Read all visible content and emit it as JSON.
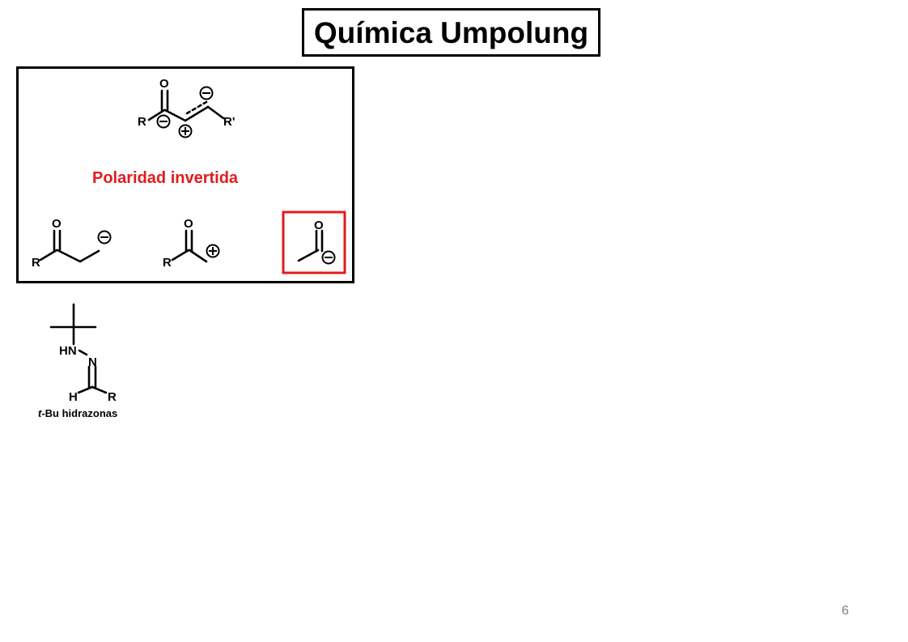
{
  "slide": {
    "title": "Química Umpolung",
    "page_number": "6"
  },
  "panel": {
    "caption": "Polaridad invertida",
    "caption_color": "#e31b1b",
    "highlight_color": "#e31b1b"
  },
  "molecules": {
    "enone": {
      "r_label": "R",
      "r_prime_label": "R'",
      "o_label": "O"
    },
    "enolate": {
      "r_label": "R",
      "o_label": "O"
    },
    "acyl_cation": {
      "r_label": "R",
      "o_label": "O"
    },
    "acyl_anion": {
      "o_label": "O"
    },
    "hydrazone": {
      "hn_label": "HN",
      "n_label": "N",
      "h_label": "H",
      "r_label": "R",
      "caption_italic": "t",
      "caption_rest": "-Bu hidrazonas"
    }
  },
  "icons": {
    "minus_charge": "minus-charge-icon",
    "plus_charge": "plus-charge-icon"
  }
}
